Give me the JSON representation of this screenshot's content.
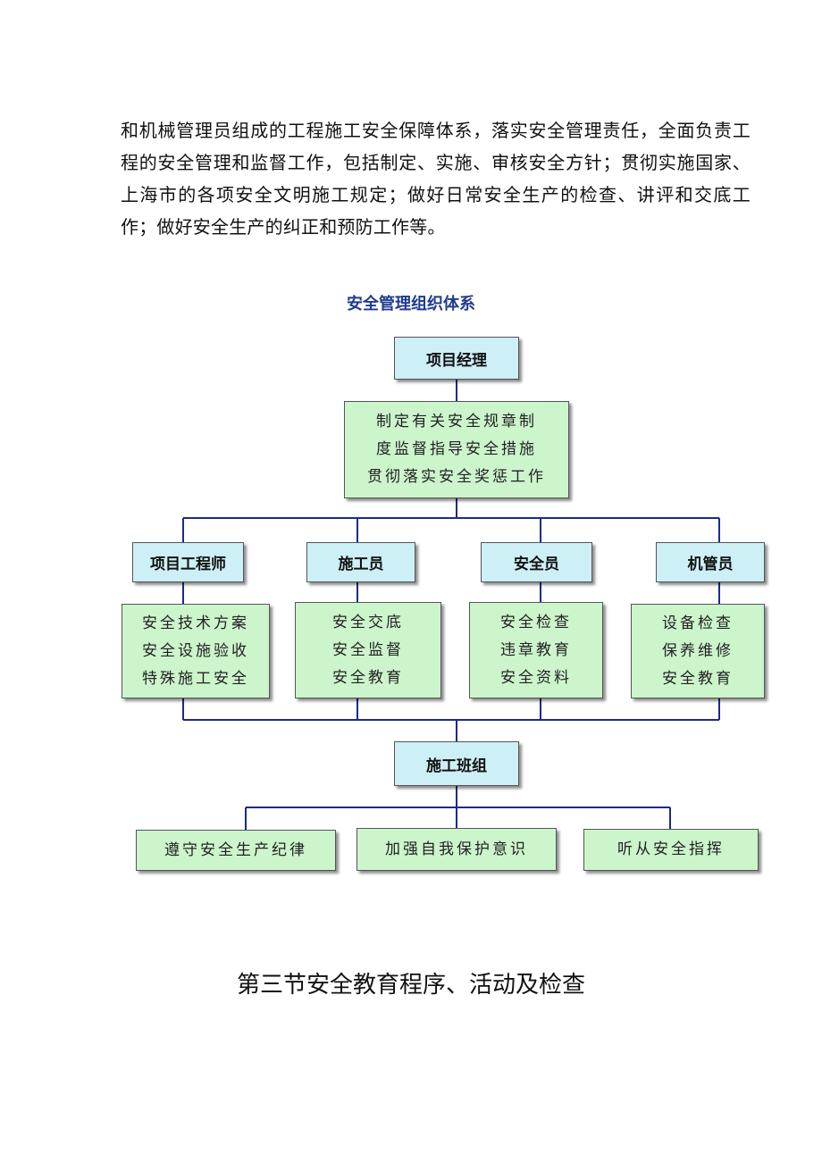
{
  "paragraph": "和机械管理员组成的工程施工安全保障体系，落实安全管理责任，全面负责工程的安全管理和监督工作，包括制定、实施、审核安全方针；贯彻实施国家、上海市的各项安全文明施工规定；做好日常安全生产的检查、讲评和交底工作；做好安全生产的纠正和预防工作等。",
  "chart_title": "安全管理组织体系",
  "org": {
    "manager": {
      "title": "项目经理",
      "duties": [
        "制定有关安全规章制",
        "度监督指导安全措施",
        "贯彻落实安全奖惩工作"
      ]
    },
    "roles": [
      {
        "title": "项目工程师",
        "duties": [
          "安全技术方案",
          "安全设施验收",
          "特殊施工安全"
        ]
      },
      {
        "title": "施工员",
        "duties": [
          "安全交底",
          "安全监督",
          "安全教育"
        ]
      },
      {
        "title": "安全员",
        "duties": [
          "安全检查",
          "违章教育",
          "安全资料"
        ]
      },
      {
        "title": "机管员",
        "duties": [
          "设备检查",
          "保养维修",
          "安全教育"
        ]
      }
    ],
    "team": {
      "title": "施工班组",
      "duties": [
        "遵守安全生产纪律",
        "加强自我保护意识",
        "听从安全指挥"
      ]
    }
  },
  "section_title": "第三节安全教育程序、活动及检查"
}
